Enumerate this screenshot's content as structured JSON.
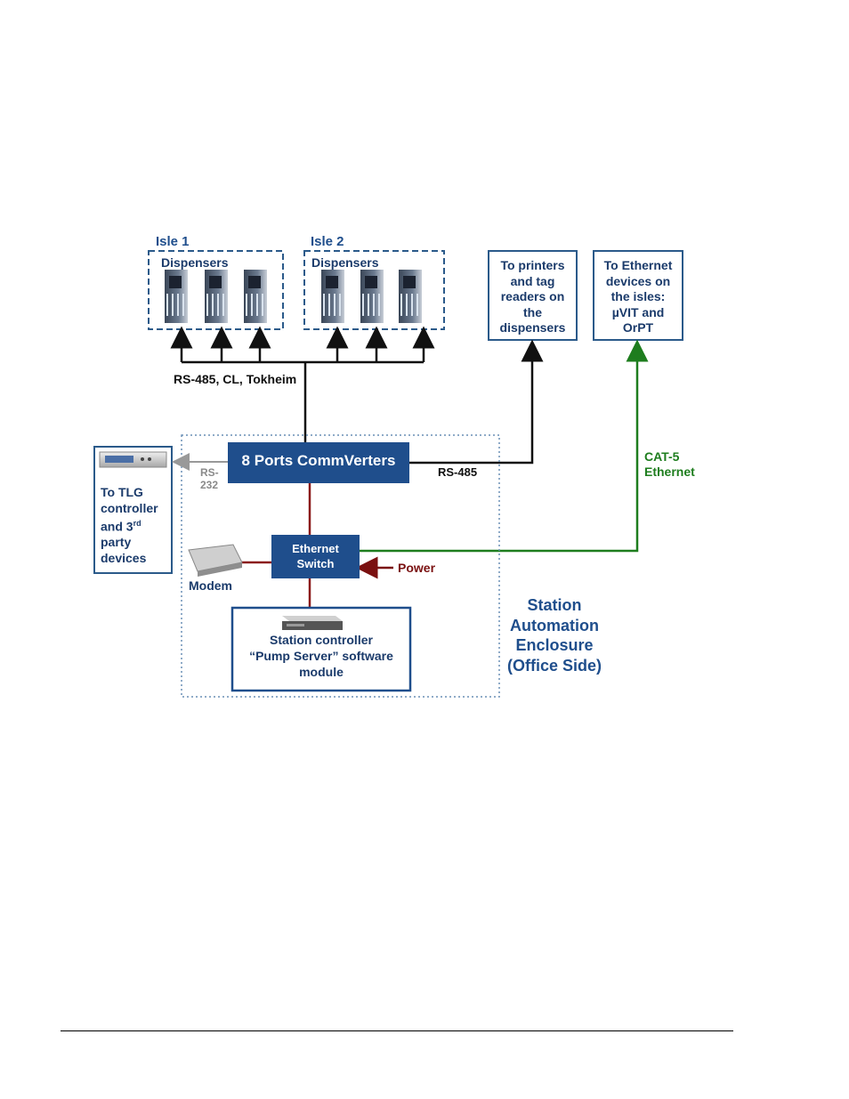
{
  "isle1": {
    "title": "Isle 1",
    "label": "Dispensers"
  },
  "isle2": {
    "title": "Isle 2",
    "label": "Dispensers"
  },
  "printers_box": "To printers and tag readers on the dispensers",
  "ethernet_devices_box": "To Ethernet devices on the isles: µVIT and OrPT",
  "bus_label": "RS-485, CL, Tokheim",
  "commverters": "8 Ports CommVerters",
  "rs232_label": "RS-232",
  "rs485_label": "RS-485",
  "cat5_label": "CAT-5 Ethernet",
  "tlg_box": {
    "line1": "To TLG",
    "line2": "controller",
    "line3_prefix": "and 3",
    "line3_sup": "rd",
    "line4": "party",
    "line5": "devices"
  },
  "ethernet_switch": {
    "line1": "Ethernet",
    "line2": "Switch"
  },
  "power_label": "Power",
  "modem_label": "Modem",
  "station_controller": {
    "line1": "Station controller",
    "line2": "“Pump Server” software",
    "line3": "module"
  },
  "enclosure_label": {
    "line1": "Station",
    "line2": "Automation",
    "line3": "Enclosure",
    "line4": "(Office Side)"
  },
  "colors": {
    "navy_box": "#1f4e8c",
    "green_line": "#1e7d1e",
    "maroon_line": "#8b1a1a",
    "dashed_border": "#2b5a8a"
  }
}
